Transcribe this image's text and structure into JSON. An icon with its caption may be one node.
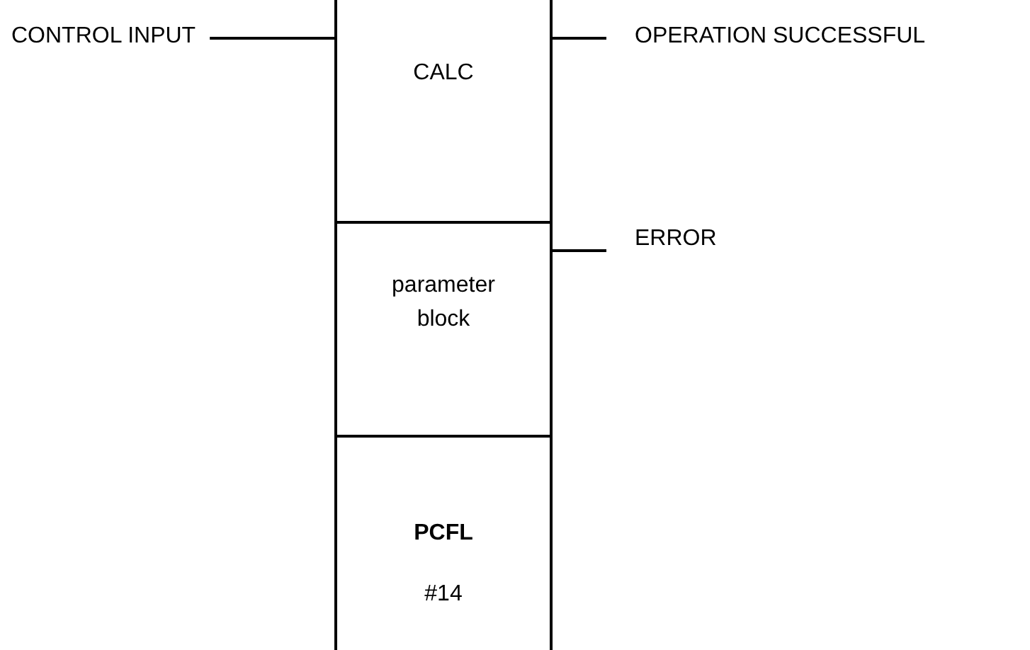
{
  "diagram": {
    "nodes": [
      {
        "text": [
          "CALC"
        ]
      },
      {
        "text": [
          "parameter block"
        ]
      },
      {
        "text": [
          "PCFL",
          "#14"
        ]
      },
      {
        "text": [
          "CONTROL INPUT"
        ]
      },
      {
        "text": [
          "OPERATION SUCCESSFUL"
        ]
      },
      {
        "text": [
          "ERROR"
        ]
      }
    ],
    "edges": [
      {
        "from": 3,
        "to": 0,
        "arrow": "none"
      },
      {
        "from": 0,
        "to": 4,
        "arrow": "none"
      },
      {
        "from": 1,
        "to": 5,
        "arrow": "none"
      }
    ]
  }
}
